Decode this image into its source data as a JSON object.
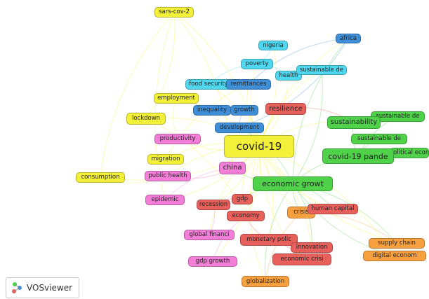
{
  "app": {
    "name": "VOSviewer"
  },
  "colors": {
    "red": "#e8605c",
    "green": "#4fd24a",
    "blue": "#3f8fd8",
    "yellow": "#f3f03a",
    "cyan": "#4fd7ef",
    "pink": "#f27ed8",
    "orange": "#f6a040",
    "purple": "#a87bd6"
  },
  "nodes": [
    {
      "id": "sars-cov-2",
      "label": "sars-cov-2",
      "cluster": "yellow",
      "size": "small"
    },
    {
      "id": "africa",
      "label": "africa",
      "cluster": "blue",
      "size": "small"
    },
    {
      "id": "nigeria",
      "label": "nigeria",
      "cluster": "cyan",
      "size": "small"
    },
    {
      "id": "poverty",
      "label": "poverty",
      "cluster": "cyan",
      "size": "small"
    },
    {
      "id": "health",
      "label": "health",
      "cluster": "cyan",
      "size": "small"
    },
    {
      "id": "sustainable-de-cyan",
      "label": "sustainable de",
      "cluster": "cyan",
      "size": "small"
    },
    {
      "id": "food-security",
      "label": "food security",
      "cluster": "cyan",
      "size": "small"
    },
    {
      "id": "remittances",
      "label": "remittances",
      "cluster": "blue",
      "size": "small"
    },
    {
      "id": "employment",
      "label": "employment",
      "cluster": "yellow",
      "size": "small"
    },
    {
      "id": "inequality",
      "label": "inequality",
      "cluster": "blue",
      "size": "small"
    },
    {
      "id": "growth",
      "label": "growth",
      "cluster": "blue",
      "size": "small"
    },
    {
      "id": "resilience",
      "label": "resilience",
      "cluster": "red",
      "size": "medsmall"
    },
    {
      "id": "lockdown",
      "label": "lockdown",
      "cluster": "yellow",
      "size": "small"
    },
    {
      "id": "sustainable-de-top",
      "label": "sustainable de",
      "cluster": "green",
      "size": "small"
    },
    {
      "id": "sustainability",
      "label": "sustainability",
      "cluster": "green",
      "size": "medsmall"
    },
    {
      "id": "development",
      "label": "development",
      "cluster": "blue",
      "size": "small"
    },
    {
      "id": "productivity",
      "label": "productivity",
      "cluster": "pink",
      "size": "small"
    },
    {
      "id": "sustainable-de-mid",
      "label": "sustainable de",
      "cluster": "green",
      "size": "small"
    },
    {
      "id": "covid-19",
      "label": "covid-19",
      "cluster": "yellow",
      "size": "big"
    },
    {
      "id": "political-econ",
      "label": "political econ",
      "cluster": "green",
      "size": "small"
    },
    {
      "id": "covid-19-pande",
      "label": "covid-19 pande",
      "cluster": "green",
      "size": "mid"
    },
    {
      "id": "migration",
      "label": "migration",
      "cluster": "yellow",
      "size": "small"
    },
    {
      "id": "china",
      "label": "china",
      "cluster": "pink",
      "size": "medsmall"
    },
    {
      "id": "public-health",
      "label": "public health",
      "cluster": "pink",
      "size": "small"
    },
    {
      "id": "consumption",
      "label": "consumption",
      "cluster": "yellow",
      "size": "small"
    },
    {
      "id": "economic-growt",
      "label": "economic growt",
      "cluster": "green",
      "size": "mid"
    },
    {
      "id": "epidemic",
      "label": "epidemic",
      "cluster": "pink",
      "size": "small"
    },
    {
      "id": "gdp",
      "label": "gdp",
      "cluster": "red",
      "size": "small"
    },
    {
      "id": "recession",
      "label": "recession",
      "cluster": "red",
      "size": "small"
    },
    {
      "id": "crisis",
      "label": "crisis",
      "cluster": "orange",
      "size": "small"
    },
    {
      "id": "human-capital",
      "label": "human capital",
      "cluster": "red",
      "size": "small"
    },
    {
      "id": "economy",
      "label": "economy",
      "cluster": "red",
      "size": "small"
    },
    {
      "id": "global-financi",
      "label": "global financi",
      "cluster": "pink",
      "size": "small"
    },
    {
      "id": "monetary-polic",
      "label": "monetary polic",
      "cluster": "red",
      "size": "small"
    },
    {
      "id": "supply-chain",
      "label": "supply chain",
      "cluster": "orange",
      "size": "small"
    },
    {
      "id": "innovation",
      "label": "innovation",
      "cluster": "red",
      "size": "small"
    },
    {
      "id": "digital-econom",
      "label": "digital econom",
      "cluster": "orange",
      "size": "small"
    },
    {
      "id": "gdp-growth",
      "label": "gdp growth",
      "cluster": "pink",
      "size": "small"
    },
    {
      "id": "economic-crisi",
      "label": "economic crisi",
      "cluster": "red",
      "size": "small"
    },
    {
      "id": "globalization",
      "label": "globalization",
      "cluster": "orange",
      "size": "small"
    }
  ]
}
